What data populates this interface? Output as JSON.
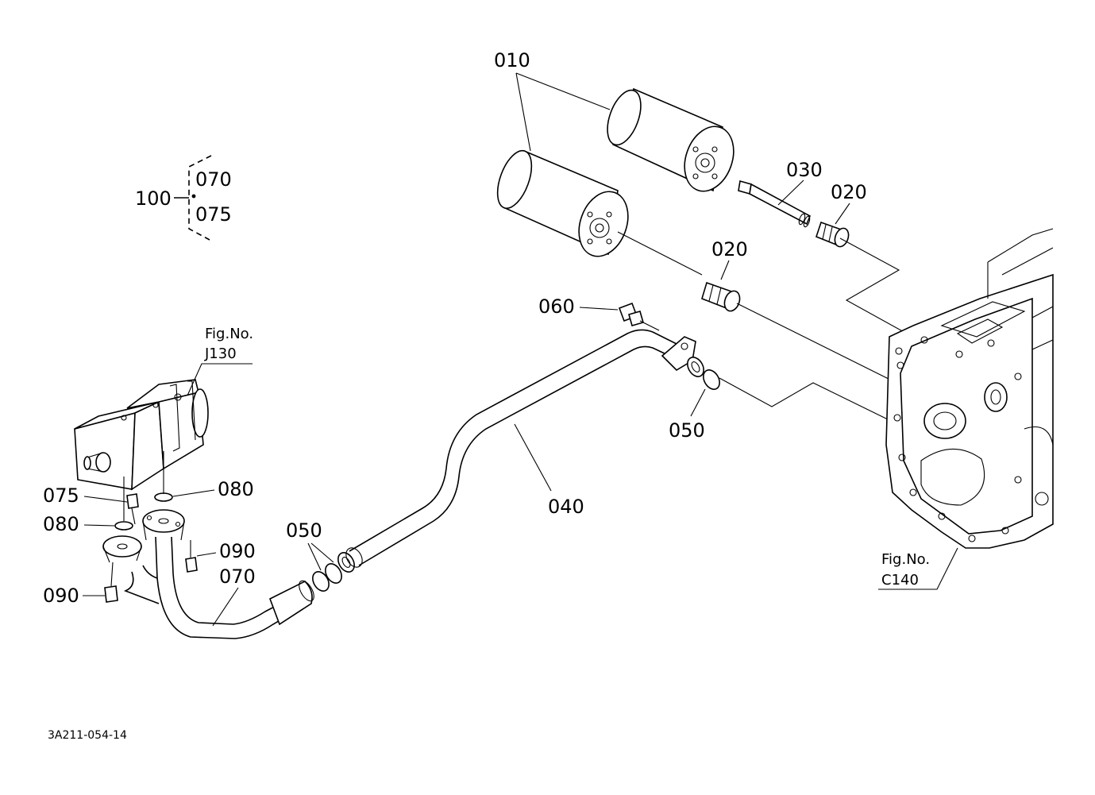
{
  "diagram": {
    "assembly_label": "100",
    "assembly_items": [
      "070",
      "075"
    ],
    "parts": {
      "p010": "010",
      "p020a": "020",
      "p020b": "020",
      "p030": "030",
      "p040": "040",
      "p050a": "050",
      "p050b": "050",
      "p060": "060",
      "p070": "070",
      "p075": "075",
      "p080a": "080",
      "p080b": "080",
      "p090a": "090",
      "p090b": "090"
    },
    "figrefs": {
      "j130_title": "Fig.No.",
      "j130_code": "J130",
      "c140_title": "Fig.No.",
      "c140_code": "C140"
    },
    "drawing_code": "3A211-054-14"
  }
}
